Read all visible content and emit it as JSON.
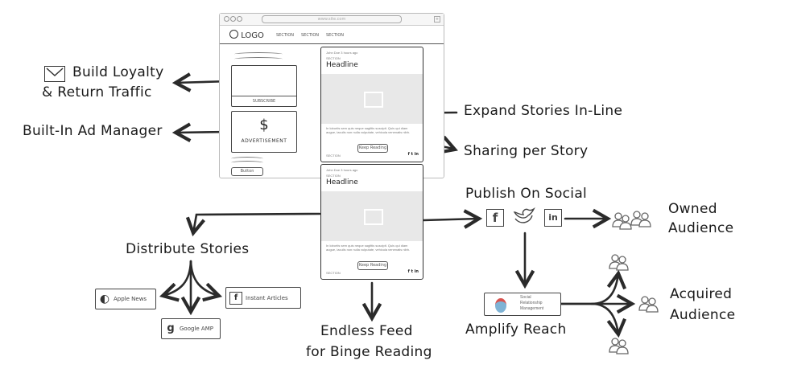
{
  "browser": {
    "url": "www.site.com",
    "logo_text": "LOGO",
    "nav_sections": [
      "SECTION",
      "SECTION",
      "SECTION"
    ]
  },
  "sidebar": {
    "subscribe_label": "SUBSCRIBE",
    "ad_symbol": "$",
    "ad_label": "ADVERTISEMENT",
    "button_label": "Button"
  },
  "story_cards": [
    {
      "byline": "John Doe 3 hours ago",
      "section": "SECTION",
      "headline": "Headline",
      "excerpt": "In lobortis sem quis neque sagittis suscipit. Quis qui diam augue, iaculis non nulla vulputate, vehicula venenatis nibh.",
      "keep_reading_label": "Keep Reading",
      "footer_section": "SECTION",
      "share_icons": [
        "facebook-icon",
        "twitter-icon",
        "linkedin-icon"
      ]
    },
    {
      "byline": "John Doe 3 hours ago",
      "section": "SECTION",
      "headline": "Headline",
      "excerpt": "In lobortis sem quis neque sagittis suscipit. Quis qui diam augue, iaculis non nulla vulputate, vehicula venenatis nibh.",
      "keep_reading_label": "Keep Reading",
      "footer_section": "SECTION",
      "share_icons": [
        "facebook-icon",
        "twitter-icon",
        "linkedin-icon"
      ]
    }
  ],
  "labels": {
    "build_loyalty_line1": "Build Loyalty",
    "build_loyalty_line2": "& Return Traffic",
    "ad_manager": "Built-In Ad Manager",
    "expand_stories": "Expand Stories In-Line",
    "sharing_per_story": "Sharing per Story",
    "publish_on_social": "Publish On Social",
    "owned_audience_line1": "Owned",
    "owned_audience_line2": "Audience",
    "distribute_stories": "Distribute Stories",
    "endless_feed_line1": "Endless Feed",
    "endless_feed_line2": "for Binge Reading",
    "amplify_reach": "Amplify Reach",
    "acquired_audience_line1": "Acquired",
    "acquired_audience_line2": "Audience"
  },
  "distribution_targets": [
    {
      "icon": "apple-icon",
      "glyph": "",
      "label": "Apple News"
    },
    {
      "icon": "facebook-icon",
      "glyph": "f",
      "label": "Instant Articles"
    },
    {
      "icon": "google-icon",
      "glyph": "g",
      "label": "Google AMP"
    }
  ],
  "social_networks": [
    {
      "icon": "facebook-icon",
      "glyph": "f"
    },
    {
      "icon": "twitter-icon",
      "glyph": "🐦"
    },
    {
      "icon": "linkedin-icon",
      "glyph": "in"
    }
  ],
  "srm": {
    "line1": "Social",
    "line2": "Relationship",
    "line3": "Management"
  },
  "colors": {
    "ink": "#1a1a1a",
    "placeholder": "#e8e8e8",
    "srm_accent": "#d9534f"
  }
}
